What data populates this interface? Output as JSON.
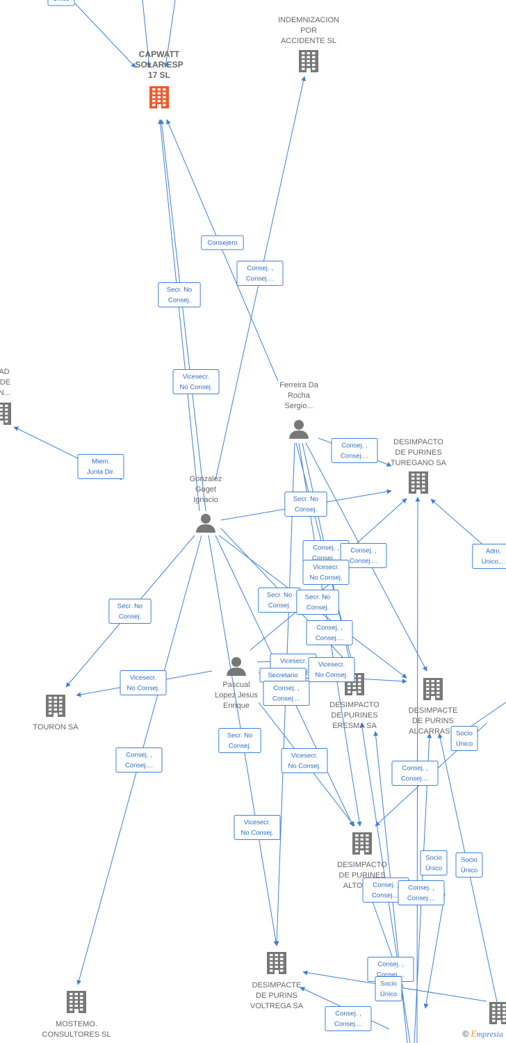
{
  "nodes": [
    {
      "id": "capwatt",
      "kind": "company",
      "main": true,
      "label": [
        "CAPWATT",
        "SOLAR ESP",
        "17  SL"
      ]
    },
    {
      "id": "indemnizacion",
      "kind": "company",
      "label": [
        "INDEMNIZACION",
        "POR",
        "ACCIDENTE SL"
      ]
    },
    {
      "id": "sociedad_left",
      "kind": "company",
      "label": [
        "DAD",
        "R DE",
        "ON..."
      ]
    },
    {
      "id": "ferreira",
      "kind": "person",
      "label": [
        "Ferreira Da",
        "Rocha",
        "Sergio..."
      ]
    },
    {
      "id": "gonzalez",
      "kind": "person",
      "label": [
        "Gonzalez",
        "Guget",
        "Ignacio"
      ]
    },
    {
      "id": "pascual",
      "kind": "person",
      "label": [
        "Pascual",
        "Lopez Jesus",
        "Enrique"
      ]
    },
    {
      "id": "turegano",
      "kind": "company",
      "label": [
        "DESIMPACTO",
        "DE PURINES",
        "TUREGANO SA"
      ]
    },
    {
      "id": "touron",
      "kind": "company",
      "label": [
        "TOURON SA"
      ]
    },
    {
      "id": "eresma",
      "kind": "company",
      "label": [
        "DESIMPACTO",
        "DE PURINES",
        "ERESMA SA"
      ]
    },
    {
      "id": "alcarras",
      "kind": "company",
      "label": [
        "DESIMPACTE",
        "DE PURINS",
        "ALCARRAS S"
      ]
    },
    {
      "id": "altorricon",
      "kind": "company",
      "label": [
        "DESIMPACTO",
        "DE PURINES",
        "ALTORRIC"
      ]
    },
    {
      "id": "voltrega",
      "kind": "company",
      "label": [
        "DESIMPACTE",
        "DE PURINS",
        "VOLTREGA SA"
      ]
    },
    {
      "id": "mostemo",
      "kind": "company",
      "label": [
        "MOSTEMO.",
        "CONSULTORES SL"
      ]
    },
    {
      "id": "bottom_right",
      "kind": "company",
      "label": []
    }
  ],
  "edge_labels": [
    {
      "id": "top_unico",
      "lines": [
        "Único"
      ]
    },
    {
      "id": "consejero",
      "lines": [
        "Consejero"
      ]
    },
    {
      "id": "consej_indem",
      "lines": [
        "Consej. ,",
        "Consej...."
      ]
    },
    {
      "id": "secr_cap",
      "lines": [
        "Secr.  No",
        "Consej."
      ]
    },
    {
      "id": "vicesecr_cap",
      "lines": [
        "Vicesecr.",
        "No Consej."
      ]
    },
    {
      "id": "miem",
      "lines": [
        "Miem.",
        "Junta Dir."
      ]
    },
    {
      "id": "ferreira_tur",
      "lines": [
        "Consej. ,",
        "Consej...."
      ]
    },
    {
      "id": "secr_tur",
      "lines": [
        "Secr.  No",
        "Consej."
      ]
    },
    {
      "id": "adm_unico",
      "lines": [
        "Adm.",
        "Unico,..."
      ]
    },
    {
      "id": "consej_a",
      "lines": [
        "Consej. ,",
        "Consej...."
      ]
    },
    {
      "id": "consej_b",
      "lines": [
        "Consej. ,",
        "Consej...."
      ]
    },
    {
      "id": "vicesecr_a",
      "lines": [
        "Vicesecr.",
        "No Consej."
      ]
    },
    {
      "id": "secr_touron",
      "lines": [
        "Secr.  No",
        "Consej."
      ]
    },
    {
      "id": "secr_b",
      "lines": [
        "Secr.  No",
        "Consej."
      ]
    },
    {
      "id": "secr_c",
      "lines": [
        "Secr.  No",
        "Consej."
      ]
    },
    {
      "id": "consej_c",
      "lines": [
        "Consej. ,",
        "Consej...."
      ]
    },
    {
      "id": "vicesecr_touron",
      "lines": [
        "Vicesecr.",
        "No Consej."
      ]
    },
    {
      "id": "vicesecr_b",
      "lines": [
        "Vicesecr.",
        "No Consej."
      ]
    },
    {
      "id": "vicesecr_c",
      "lines": [
        "Vicesecr.",
        "No Consej."
      ]
    },
    {
      "id": "secretario",
      "lines": [
        "Secretario"
      ]
    },
    {
      "id": "consej_d",
      "lines": [
        "Consej. ,",
        "Consej...."
      ]
    },
    {
      "id": "consej_mostemo",
      "lines": [
        "Consej. ,",
        "Consej...."
      ]
    },
    {
      "id": "secr_d",
      "lines": [
        "Secr.  No",
        "Consej."
      ]
    },
    {
      "id": "vicesecr_d",
      "lines": [
        "Vicesecr.",
        "No Consej."
      ]
    },
    {
      "id": "vicesecr_e",
      "lines": [
        "Vicesecr.",
        "No Consej."
      ]
    },
    {
      "id": "socio_unico_a",
      "lines": [
        "Socio",
        "Único"
      ]
    },
    {
      "id": "consej_e",
      "lines": [
        "Consej. ,",
        "Consej...."
      ]
    },
    {
      "id": "socio_unico_b",
      "lines": [
        "Socio",
        "Único"
      ]
    },
    {
      "id": "socio_unico_c",
      "lines": [
        "Socio",
        "Único"
      ]
    },
    {
      "id": "consej_f",
      "lines": [
        "Consej. ,",
        "Consej...."
      ]
    },
    {
      "id": "consej_g",
      "lines": [
        "Consej. ,",
        "Consej...."
      ]
    },
    {
      "id": "consej_h",
      "lines": [
        "Consej. ,",
        "Consej...."
      ]
    },
    {
      "id": "socio_unico_d",
      "lines": [
        "Socio",
        "Único"
      ]
    },
    {
      "id": "consej_i",
      "lines": [
        "Consej. ,",
        "Consej...."
      ]
    }
  ],
  "watermark": {
    "copyright": "©",
    "brand_initial": "E",
    "brand_rest": "mpresia"
  },
  "colors": {
    "edge": "#3d7fd6",
    "node": "#777777",
    "main_node": "#f05a28",
    "label": "#666666"
  }
}
